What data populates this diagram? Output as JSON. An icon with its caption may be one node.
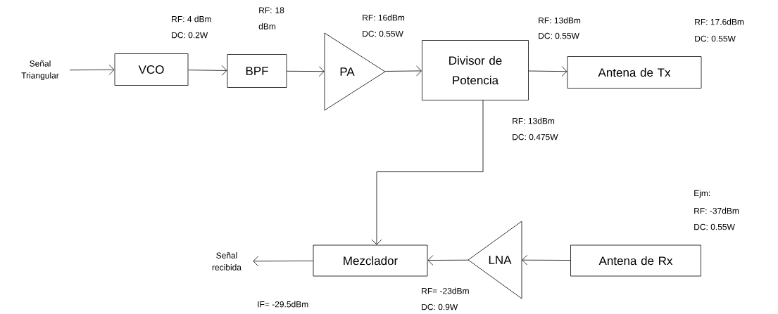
{
  "diagram": {
    "nodes": [
      {
        "text": [
          "Señal Triangular"
        ]
      },
      {
        "text": [
          "VCO"
        ]
      },
      {
        "text": [
          "BPF"
        ]
      },
      {
        "text": [
          "PA"
        ]
      },
      {
        "text": [
          "Divisor de Potencia"
        ]
      },
      {
        "text": [
          "Antena de Tx"
        ]
      },
      {
        "text": [
          "Señal recibida"
        ]
      },
      {
        "text": [
          "Mezclador"
        ]
      },
      {
        "text": [
          "LNA"
        ]
      },
      {
        "text": [
          "Antena de Rx"
        ]
      }
    ],
    "edges": [
      {
        "from": 0,
        "to": 1,
        "arrow": "to"
      },
      {
        "from": 1,
        "to": 2,
        "arrow": "to"
      },
      {
        "from": 2,
        "to": 3,
        "arrow": "to"
      },
      {
        "from": 3,
        "to": 4,
        "arrow": "to"
      },
      {
        "from": 4,
        "to": 5,
        "arrow": "to"
      },
      {
        "from": 4,
        "to": 7,
        "arrow": "to"
      },
      {
        "from": 9,
        "to": 8,
        "arrow": "to"
      },
      {
        "from": 8,
        "to": 7,
        "arrow": "to"
      },
      {
        "from": 7,
        "to": 6,
        "arrow": "to"
      }
    ],
    "labels": [
      "RF: 4 dBm",
      "DC: 0.2W",
      "RF: 18 dBm",
      "RF: 16dBm",
      "DC: 0.55W",
      "RF: 13dBm",
      "DC: 0.55W",
      "RF: 17.6dBm",
      "DC: 0.55W",
      "RF: 13dBm",
      "DC: 0.475W",
      "Ejm:",
      "RF: -37dBm",
      "DC: 0.55W",
      "RF= -23dBm",
      "DC: 0.9W",
      "IF= -29.5dBm"
    ]
  }
}
